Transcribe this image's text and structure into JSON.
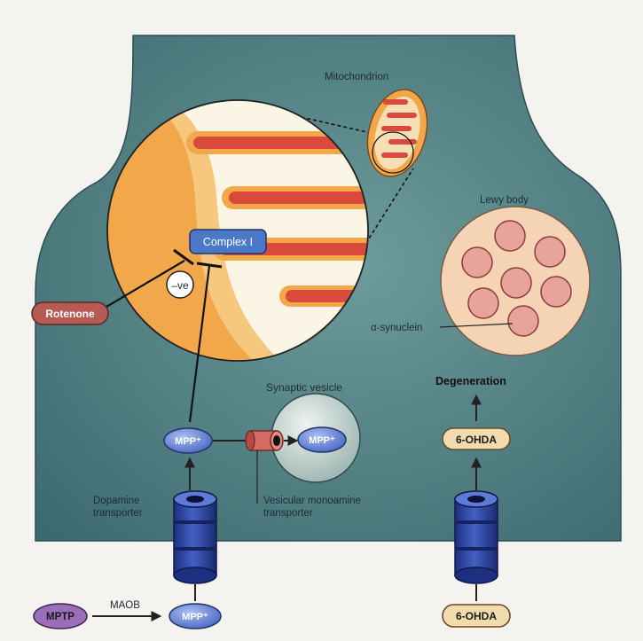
{
  "labels": {
    "mitochondrion": "Mitochondrion",
    "lewy_body": "Lewy body",
    "complex_i": "Complex I",
    "neg_effect": "–ve",
    "rotenone": "Rotenone",
    "alpha_synuclein": "α-synuclein",
    "synaptic_vesicle": "Synaptic vesicle",
    "degeneration": "Degeneration",
    "mpp_cell": "MPP⁺",
    "mpp_vesicle": "MPP⁺",
    "mpp_outside": "MPP⁺",
    "mptp": "MPTP",
    "maob": "MAOB",
    "ohda_inside": "6-OHDA",
    "ohda_outside": "6-OHDA",
    "dat_line1": "Dopamine",
    "dat_line2": "transporter",
    "vmat_line1": "Vesicular monoamine",
    "vmat_line2": "transporter"
  },
  "colors": {
    "cell_fill": "#4f8083",
    "mito_orange": "#f2a84a",
    "mito_cristae": "#d94a3c",
    "complex_blue": "#4b79c8",
    "rotenone_red": "#b65a54",
    "transporter_blue": "#2b47a8",
    "ohda_tan": "#f2dcae",
    "lewy_fill": "#f5d4b5",
    "lewy_inclusion": "#e8a49a"
  }
}
